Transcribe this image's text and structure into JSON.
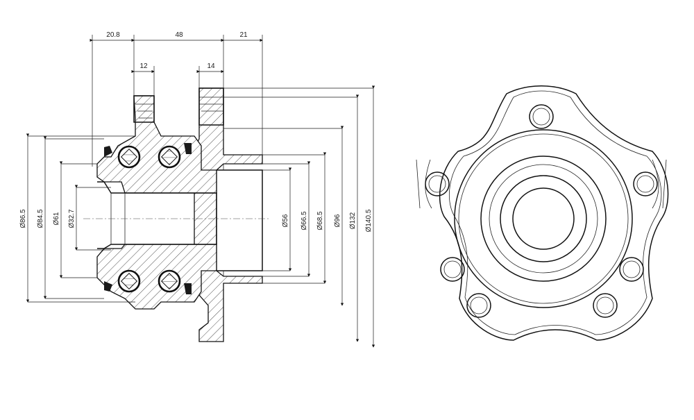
{
  "drawing": {
    "dimensions": {
      "top": [
        "20.8",
        "48",
        "21"
      ],
      "upper": [
        "12",
        "14"
      ],
      "left_diameters": [
        "Ø86.5",
        "Ø84.5",
        "Ø61",
        "Ø32.7"
      ],
      "right_diameters": [
        "Ø56",
        "Ø66.5",
        "Ø68.5",
        "Ø96",
        "Ø132",
        "Ø140.5"
      ]
    },
    "colors": {
      "line": "#111111",
      "background": "#ffffff"
    }
  }
}
